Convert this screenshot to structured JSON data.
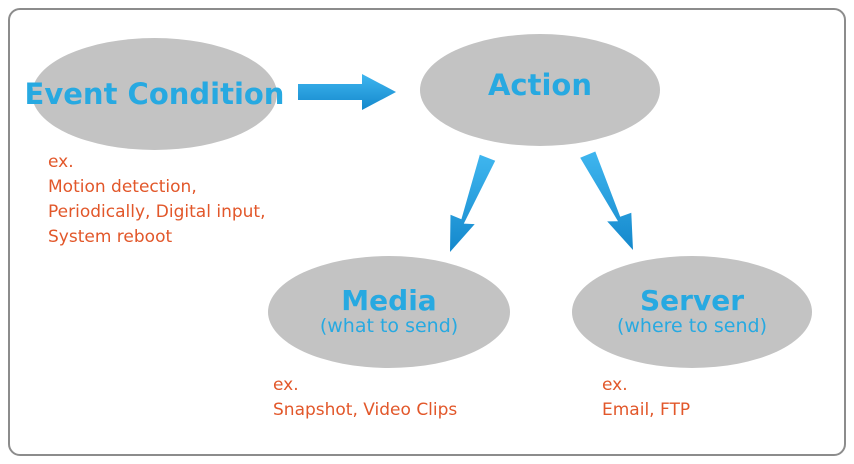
{
  "colors": {
    "title": "#27a9e1",
    "example": "#e2572a",
    "ellipse": "#c3c3c3",
    "arrow": "#1f9ee0",
    "border": "#8c8c8c"
  },
  "nodes": {
    "event_condition": {
      "title": "Event Condition",
      "examples": [
        "ex.",
        "Motion detection,",
        "Periodically, Digital input,",
        "System reboot"
      ]
    },
    "action": {
      "title": "Action"
    },
    "media": {
      "title": "Media",
      "subtitle": "(what to send)",
      "examples": [
        "ex.",
        "Snapshot, Video Clips"
      ]
    },
    "server": {
      "title": "Server",
      "subtitle": "(where to send)",
      "examples": [
        "ex.",
        "Email, FTP"
      ]
    }
  }
}
